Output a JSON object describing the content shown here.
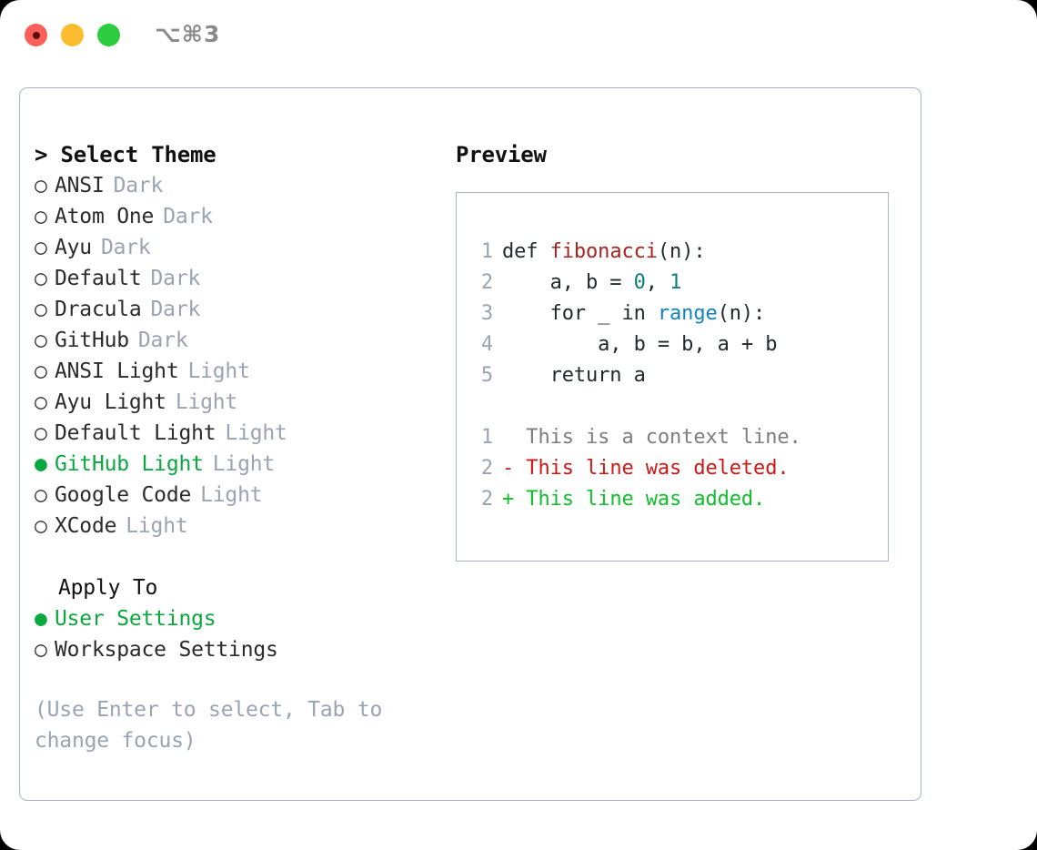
{
  "window": {
    "shortcut_label": "⌥⌘3",
    "traffic_lights": [
      {
        "name": "close",
        "color": "#fa5f5a"
      },
      {
        "name": "minimize",
        "color": "#fcbc2e"
      },
      {
        "name": "zoom",
        "color": "#2ecc40"
      }
    ]
  },
  "theme_picker": {
    "heading": "> Select Theme",
    "bullet_unselected": "○",
    "bullet_selected": "●",
    "items": [
      {
        "label": "ANSI",
        "tag": "Dark",
        "selected": false
      },
      {
        "label": "Atom One",
        "tag": "Dark",
        "selected": false
      },
      {
        "label": "Ayu",
        "tag": "Dark",
        "selected": false
      },
      {
        "label": "Default",
        "tag": "Dark",
        "selected": false
      },
      {
        "label": "Dracula",
        "tag": "Dark",
        "selected": false
      },
      {
        "label": "GitHub",
        "tag": "Dark",
        "selected": false
      },
      {
        "label": "ANSI Light",
        "tag": "Light",
        "selected": false
      },
      {
        "label": "Ayu Light",
        "tag": "Light",
        "selected": false
      },
      {
        "label": "Default Light",
        "tag": "Light",
        "selected": false
      },
      {
        "label": "GitHub Light",
        "tag": "Light",
        "selected": true
      },
      {
        "label": "Google Code",
        "tag": "Light",
        "selected": false
      },
      {
        "label": "XCode",
        "tag": "Light",
        "selected": false
      }
    ]
  },
  "apply_to": {
    "heading": "Apply To",
    "items": [
      {
        "label": "User Settings",
        "selected": true
      },
      {
        "label": "Workspace Settings",
        "selected": false
      }
    ]
  },
  "hint": "(Use Enter to select, Tab to change focus)",
  "preview": {
    "heading": "Preview",
    "code_lines": [
      {
        "no": "1",
        "segments": [
          {
            "text": "def ",
            "kind": "plain"
          },
          {
            "text": "fibonacci",
            "kind": "fn"
          },
          {
            "text": "(n):",
            "kind": "plain"
          }
        ]
      },
      {
        "no": "2",
        "segments": [
          {
            "text": "    a, b = ",
            "kind": "plain"
          },
          {
            "text": "0",
            "kind": "num"
          },
          {
            "text": ", ",
            "kind": "plain"
          },
          {
            "text": "1",
            "kind": "num"
          }
        ]
      },
      {
        "no": "3",
        "segments": [
          {
            "text": "    for _ in ",
            "kind": "plain"
          },
          {
            "text": "range",
            "kind": "builtin"
          },
          {
            "text": "(n):",
            "kind": "plain"
          }
        ]
      },
      {
        "no": "4",
        "segments": [
          {
            "text": "        a, b = b, a + b",
            "kind": "plain"
          }
        ]
      },
      {
        "no": "5",
        "segments": [
          {
            "text": "    return a",
            "kind": "plain"
          }
        ]
      }
    ],
    "diff_lines": [
      {
        "no": "1",
        "marker": " ",
        "text": "This is a context line.",
        "kind": "ctx"
      },
      {
        "no": "2",
        "marker": "-",
        "text": "This line was deleted.",
        "kind": "del"
      },
      {
        "no": "2",
        "marker": "+",
        "text": "This line was added.",
        "kind": "add"
      }
    ]
  },
  "colors": {
    "accent_green": "#0aa83f",
    "muted": "#9aa3b2",
    "border": "#aab3c0",
    "fn_red": "#a8231f",
    "num_teal": "#0d7c7c",
    "builtin_blue": "#1083c4",
    "diff_del": "#cf1717",
    "diff_add": "#10bd2a"
  }
}
